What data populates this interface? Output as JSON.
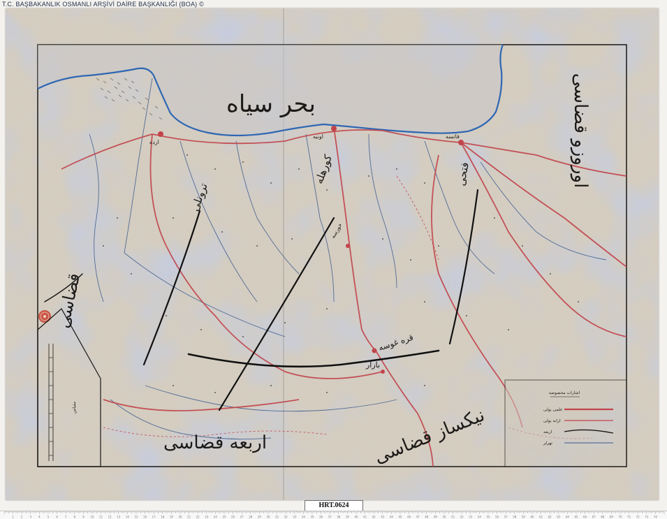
{
  "header": {
    "archive_title": "T.C. BAŞBAKANLIK OSMANLI ARŞİVİ DAİRE BAŞKANLIĞI (BOA)  ©"
  },
  "reference": {
    "catalog_no": "HRT.0624"
  },
  "map": {
    "sea_label": "بحر سیاه",
    "regions": {
      "north_east": "اوروزو قضاسی",
      "west": "قضاسی",
      "south": "اربعه قضاسی",
      "south_east": "نیکساز قضاسی"
    },
    "districts": [
      "ترونلی",
      "کورهله",
      "فتحی"
    ],
    "towns": {
      "ordu": "ارده",
      "fatsa": "فاتسه",
      "town_a": "اونیه",
      "town_b": "خورسه",
      "town_c": "قره غوسه",
      "town_d": "بازار"
    },
    "legend": {
      "title": "اشارات مخصوصه",
      "items": [
        "علمی یولی",
        "ارابه یولی",
        "اربعه",
        "نهرلر"
      ]
    },
    "scale_label": "مقیاس"
  },
  "colors": {
    "road": "#c2444b",
    "river": "#3c5a8e",
    "coast": "#2f67b3",
    "ink": "#1a1816",
    "paper": "#d8d0c2",
    "stain": "#8d9bc6"
  },
  "icons": {
    "seal": "red-seal-icon"
  },
  "ruler": {
    "numbers": [
      "1",
      "2",
      "3",
      "4",
      "5",
      "6",
      "7",
      "8",
      "9",
      "10",
      "11",
      "12",
      "13",
      "14",
      "15",
      "16",
      "17",
      "18",
      "19",
      "20",
      "21",
      "22",
      "23",
      "24",
      "25",
      "26",
      "27",
      "28",
      "29",
      "30",
      "31",
      "32",
      "33",
      "34",
      "35",
      "36",
      "37",
      "38",
      "39",
      "40",
      "41",
      "42",
      "43",
      "44",
      "45",
      "46",
      "47",
      "48",
      "49",
      "50",
      "51",
      "52",
      "53",
      "54",
      "55",
      "56",
      "57",
      "58",
      "59",
      "60",
      "61",
      "62",
      "63",
      "64",
      "65",
      "66",
      "67",
      "68",
      "69",
      "70",
      "71",
      "72",
      "73",
      "74",
      "75"
    ]
  }
}
